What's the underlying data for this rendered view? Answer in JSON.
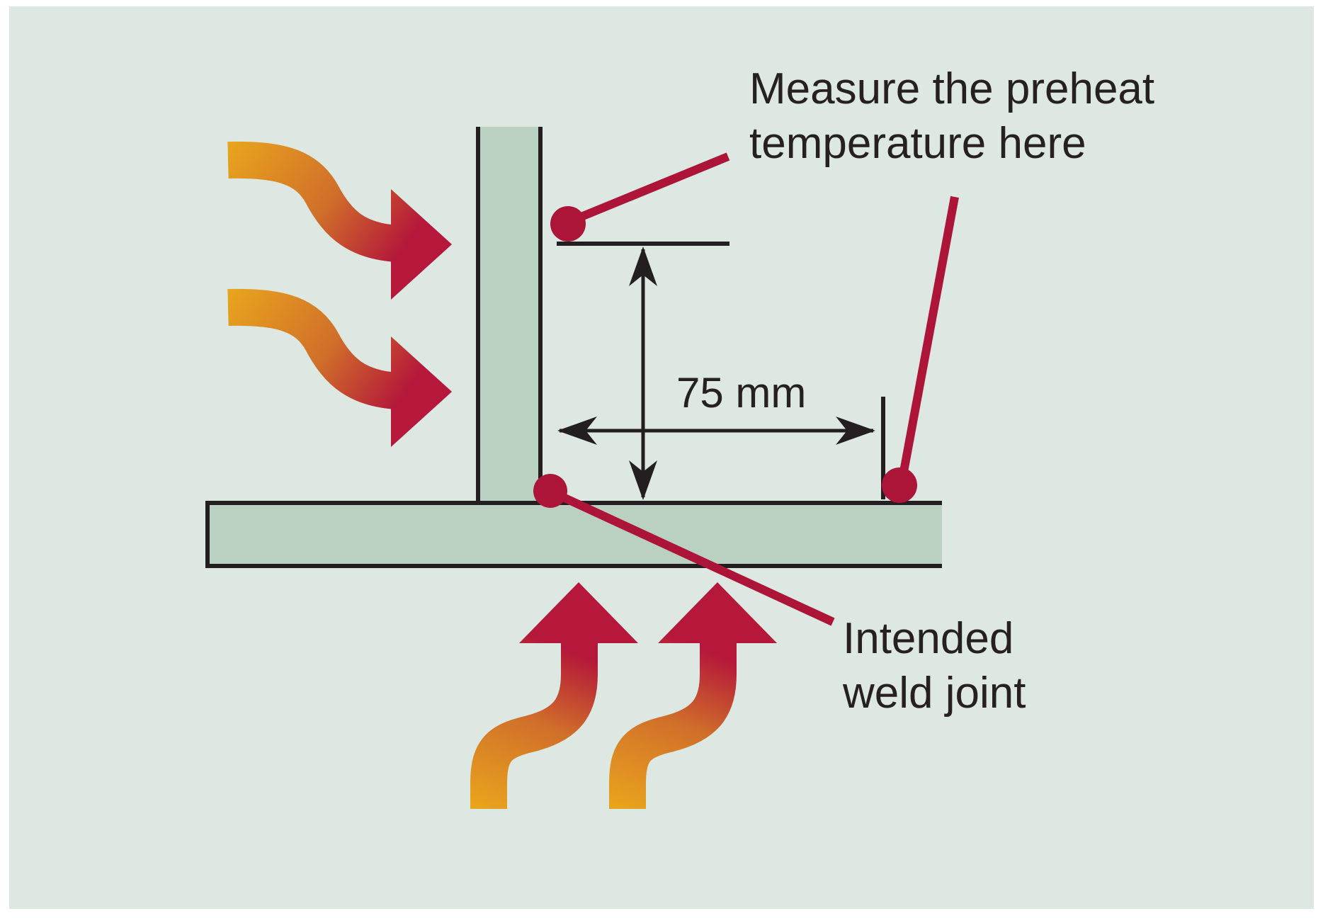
{
  "diagram": {
    "labels": {
      "measure_preheat": "Measure the preheat\ntemperature here",
      "dimension_value": "75 mm",
      "weld_joint": "Intended\nweld joint"
    },
    "icons": [
      "heat-arrow-left-top-icon",
      "heat-arrow-left-bottom-icon",
      "heat-arrow-bottom-left-icon",
      "heat-arrow-bottom-right-icon",
      "callout-dot-icon"
    ],
    "colors": {
      "page_background": "#ffffff",
      "panel_background": "#dce8e1",
      "plate_fill": "#bad1c2",
      "outline": "#231f20",
      "callout_red": "#ac1438",
      "heat_gradient_start": "#e9a51d",
      "heat_gradient_mid": "#d06f2a",
      "heat_gradient_end": "#b5183a",
      "text": "#26211f"
    }
  }
}
